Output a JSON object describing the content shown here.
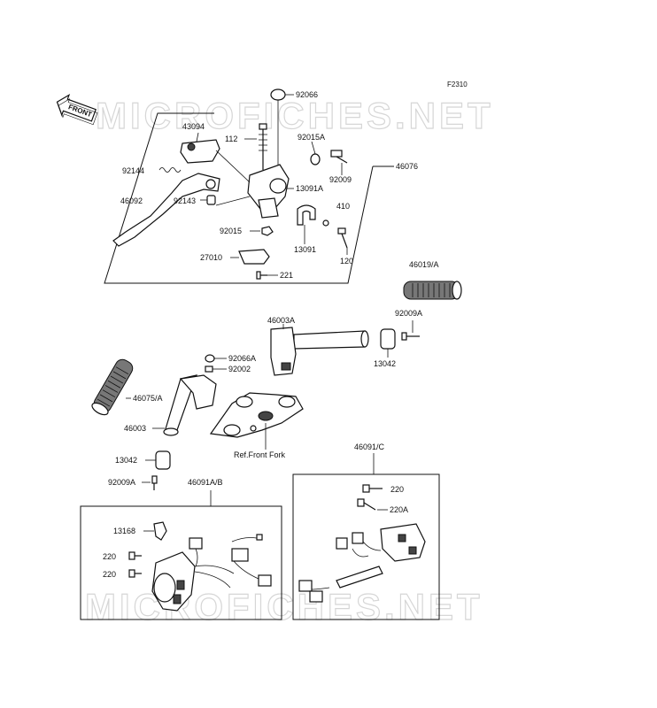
{
  "diagram_code": "F2310",
  "front_label": "FRONT",
  "watermark": "MICROFICHES.NET",
  "labels": {
    "l92066": "92066",
    "l43094": "43094",
    "l112": "112",
    "l92015A": "92015A",
    "l92144": "92144",
    "l92009": "92009",
    "l46076": "46076",
    "l13091A": "13091A",
    "l46092": "46092",
    "l92143": "92143",
    "l410": "410",
    "l92015": "92015",
    "l13091": "13091",
    "l27010": "27010",
    "l120": "120",
    "l221": "221",
    "l46019A": "46019/A",
    "l46003A": "46003A",
    "l92009A_r": "92009A",
    "l13042_r": "13042",
    "l92066A": "92066A",
    "l92002": "92002",
    "l46075A": "46075/A",
    "l46003": "46003",
    "lRefFork": "Ref.Front Fork",
    "l13042_l": "13042",
    "l92009A_l": "92009A",
    "l46091AB": "46091A/B",
    "l46091C": "46091/C",
    "l220_r": "220",
    "l220A": "220A",
    "l13168": "13168",
    "l220_l1": "220",
    "l220_l2": "220"
  }
}
